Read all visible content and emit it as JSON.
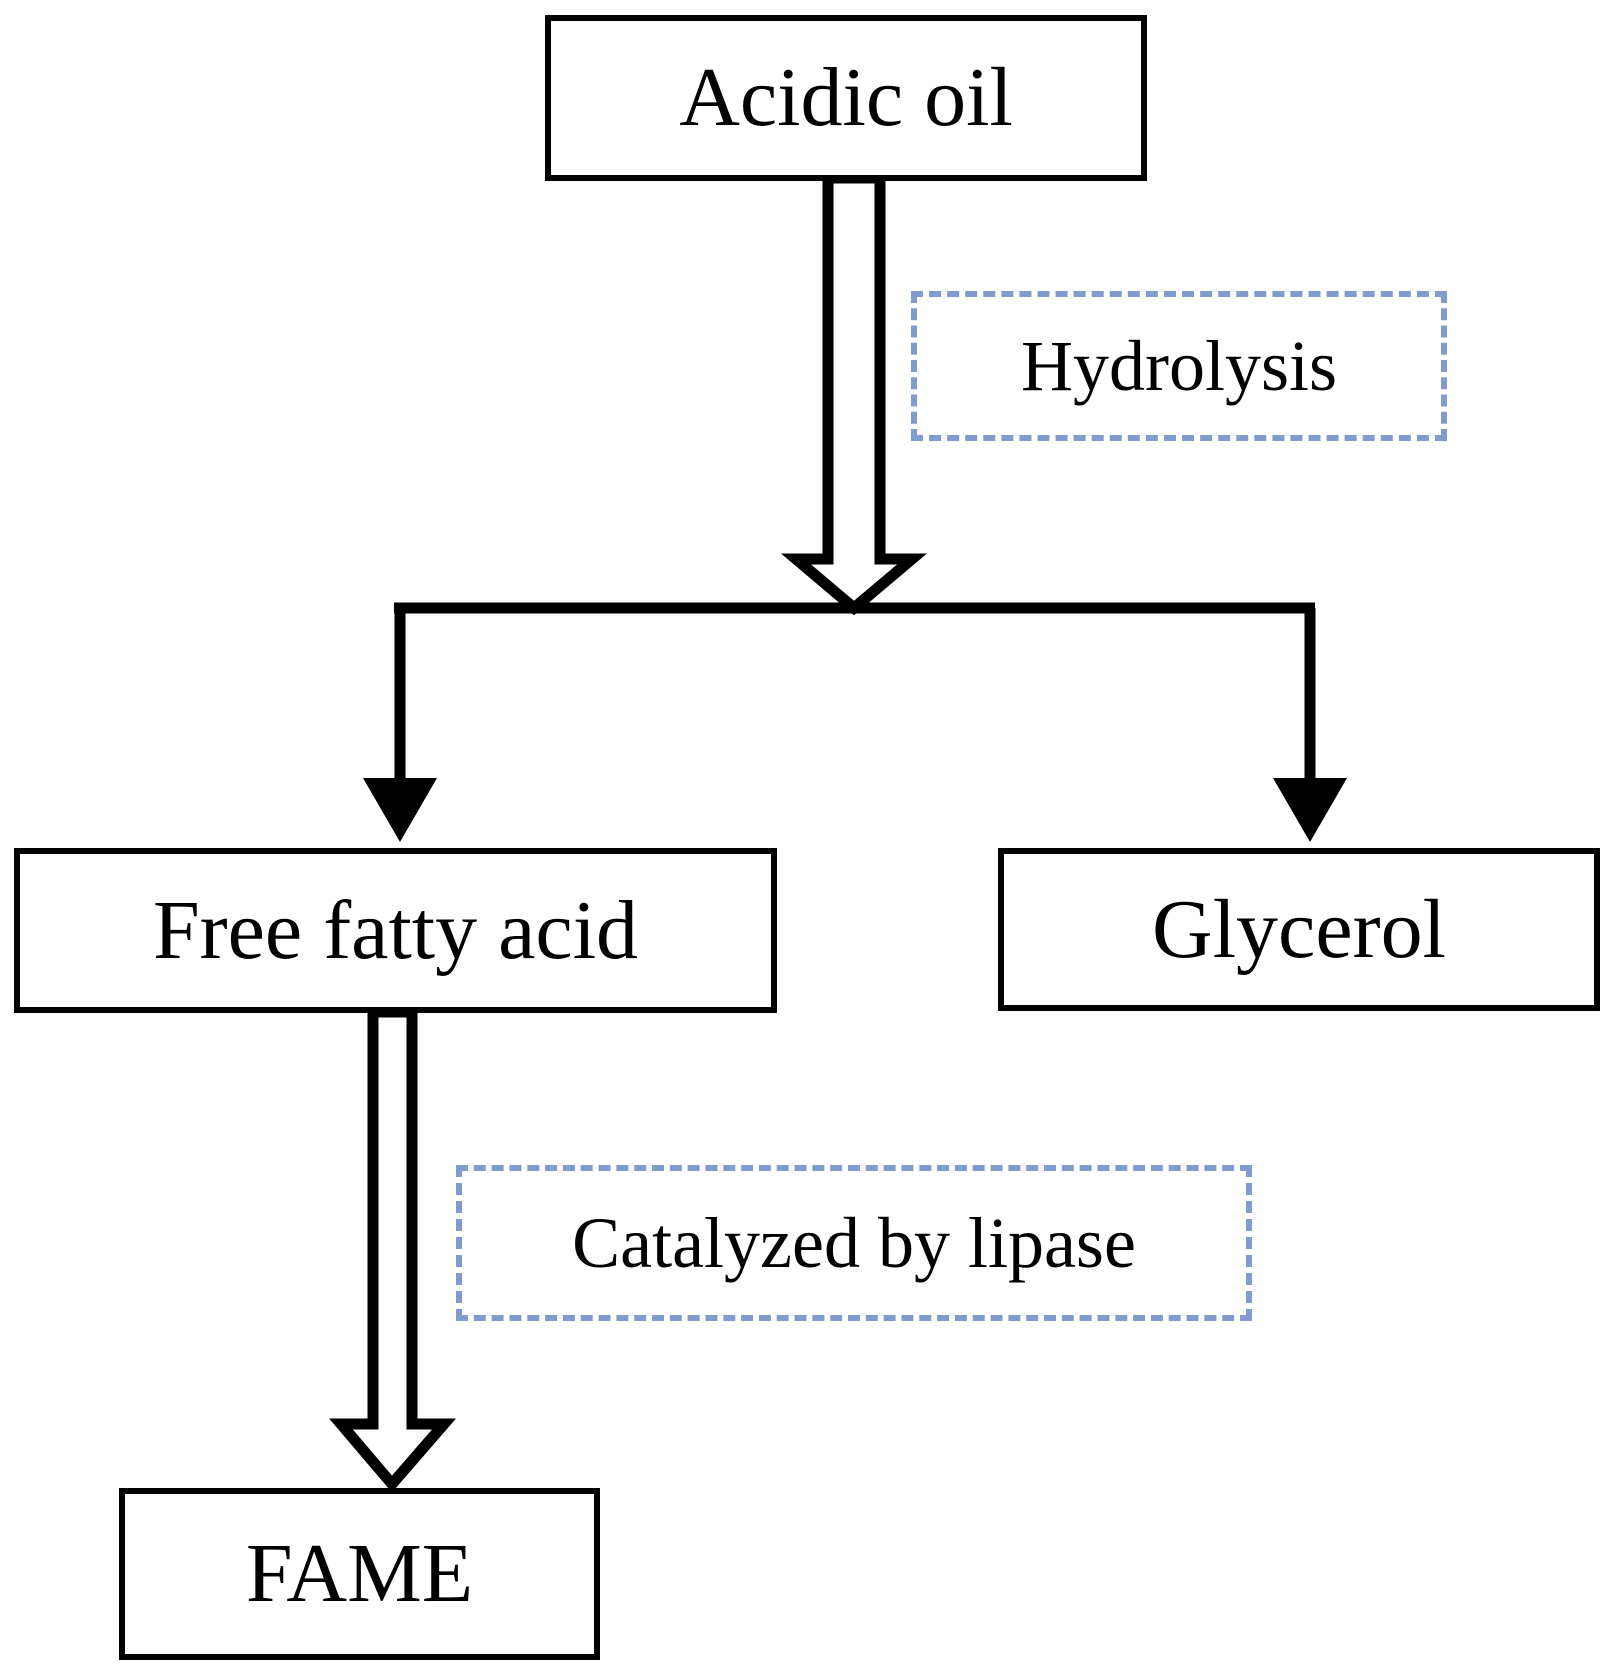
{
  "diagram": {
    "title": "Acidic oil to FAME enzymatic process flowchart",
    "colors": {
      "node_stroke": "#000000",
      "node_fill": "#ffffff",
      "note_stroke": "#809CCE",
      "connector": "#000000",
      "background": "#ffffff"
    },
    "nodes": [
      {
        "id": "acidic-oil",
        "label": "Acidic oil"
      },
      {
        "id": "free-fatty-acid",
        "label": "Free fatty acid"
      },
      {
        "id": "glycerol",
        "label": "Glycerol"
      },
      {
        "id": "fame",
        "label": "FAME"
      }
    ],
    "notes": [
      {
        "id": "hydrolysis",
        "label": "Hydrolysis"
      },
      {
        "id": "catalyzed",
        "label": "Catalyzed by lipase"
      }
    ],
    "edges": [
      {
        "id": "acidic-oil-to-split",
        "from": "Acidic oil",
        "to": "split",
        "style": "block-arrow",
        "annotation": "Hydrolysis"
      },
      {
        "id": "split-to-free-fatty-acid",
        "from": "split",
        "to": "Free fatty acid",
        "style": "line-arrow"
      },
      {
        "id": "split-to-glycerol",
        "from": "split",
        "to": "Glycerol",
        "style": "line-arrow"
      },
      {
        "id": "free-fatty-acid-to-fame",
        "from": "Free fatty acid",
        "to": "FAME",
        "style": "block-arrow",
        "annotation": "Catalyzed by lipase"
      }
    ]
  }
}
